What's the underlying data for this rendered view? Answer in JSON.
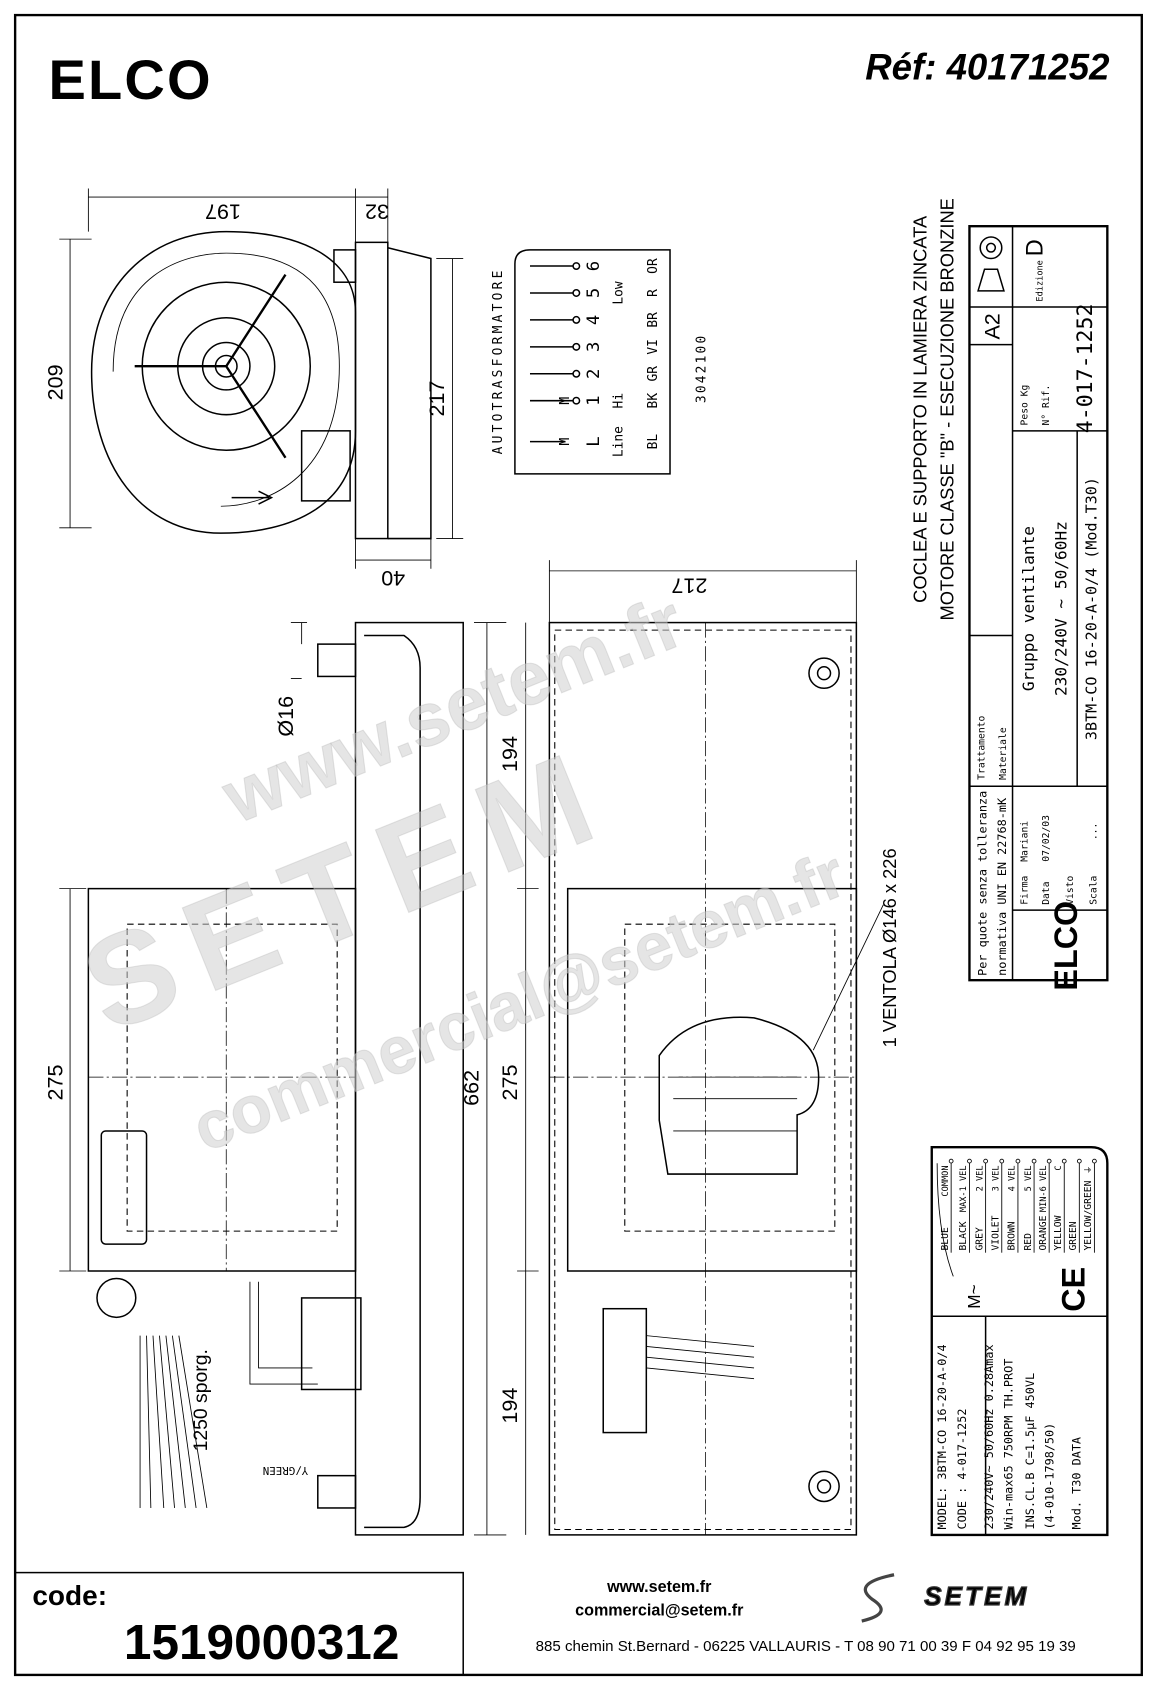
{
  "header": {
    "logo": "ELCO",
    "ref": "Réf: 40171252"
  },
  "dims": {
    "d197": "197",
    "d32": "32",
    "d209": "209",
    "d217a": "217",
    "d40": "40",
    "d217b": "217",
    "d16": "Ø16",
    "d194a": "194",
    "d275a": "275",
    "d662": "662",
    "d275b": "275",
    "d194b": "194",
    "fan": "1 VENTOLA Ø146 x 226",
    "cable": "1250 sporg.",
    "ygreen": "Y/GREEN"
  },
  "autotransformer": {
    "title": "AUTOTRASFORMATORE",
    "rows": [
      {
        "mark": "M",
        "pin": "L",
        "func": "Line",
        "color": "BL"
      },
      {
        "mark": "M",
        "pin": "1",
        "func": "Hi",
        "color": "BK"
      },
      {
        "pin": "2",
        "color": "GR"
      },
      {
        "pin": "3",
        "color": "VI"
      },
      {
        "pin": "4",
        "color": "BR"
      },
      {
        "pin": "5",
        "func": "Low",
        "color": "R"
      },
      {
        "pin": "6",
        "color": "OR"
      }
    ],
    "part": "3042100"
  },
  "notes": [
    "COCLEA E SUPPORTO IN LAMIERA ZINCATA",
    "MOTORE CLASSE \"B\"  -  ESECUZIONE BRONZINE"
  ],
  "title_block": {
    "tolerance_1": "Per quote senza tolleranza",
    "tolerance_2": "normativa UNI EN 22768-mK",
    "trattamento": "Trattamento",
    "materiale": "Materiale",
    "format": "A2",
    "edizione_label": "Edizione",
    "edizione": "D",
    "peso": "Peso Kg",
    "rif": "N° Rif.",
    "drawing_no": "4-017-1252",
    "logo": "ELCO",
    "firma_label": "Firma",
    "firma": "Mariani",
    "data_label": "Data",
    "data": "07/02/03",
    "visto_label": "Visto",
    "scala_label": "Scala",
    "scala": "...",
    "desc_1": "Gruppo ventilante",
    "desc_2": "230/240V ~ 50/60Hz",
    "desc_3": "3BTM-CO 16-20-A-0/4 (Mod.T30)"
  },
  "plate": {
    "lines": [
      "MODEL: 3BTM-CO 16-20-A-0/4",
      "CODE : 4-017-1252",
      "230/240V~   50/60Hz  0.28Amax",
      "Win-max65   750RPM   TH.PROT",
      "INS.CL.B   C=1.5µF 450VL",
      "(4-010-1798/50)",
      "Mod. T30             DATA"
    ],
    "ce": "CE",
    "motor": "M~",
    "wires": [
      {
        "color": "BLUE",
        "func": "COMMON"
      },
      {
        "color": "BLACK",
        "func": "MAX-1 VEL"
      },
      {
        "color": "GREY",
        "func": "2 VEL"
      },
      {
        "color": "VIOLET",
        "func": "3 VEL"
      },
      {
        "color": "BROWN",
        "func": "4 VEL"
      },
      {
        "color": "RED",
        "func": "5 VEL"
      },
      {
        "color": "ORANGE",
        "func": "MIN-6 VEL"
      },
      {
        "color": "YELLOW",
        "func": "C"
      },
      {
        "color": "GREEN",
        "func": ""
      },
      {
        "color": "YELLOW/GREEN",
        "func": "⏚"
      }
    ]
  },
  "footer": {
    "code_label": "code:",
    "code": "1519000312",
    "web": "www.setem.fr",
    "email": "commercial@setem.fr",
    "address": "885 chemin St.Bernard  -  06225 VALLAURIS  -   T 08 90 71 00 39   F 04 92 95 19 39",
    "brand": "SETEM"
  },
  "watermark": [
    "www.setem.fr",
    "SETEM",
    "commercial@setem.fr"
  ]
}
